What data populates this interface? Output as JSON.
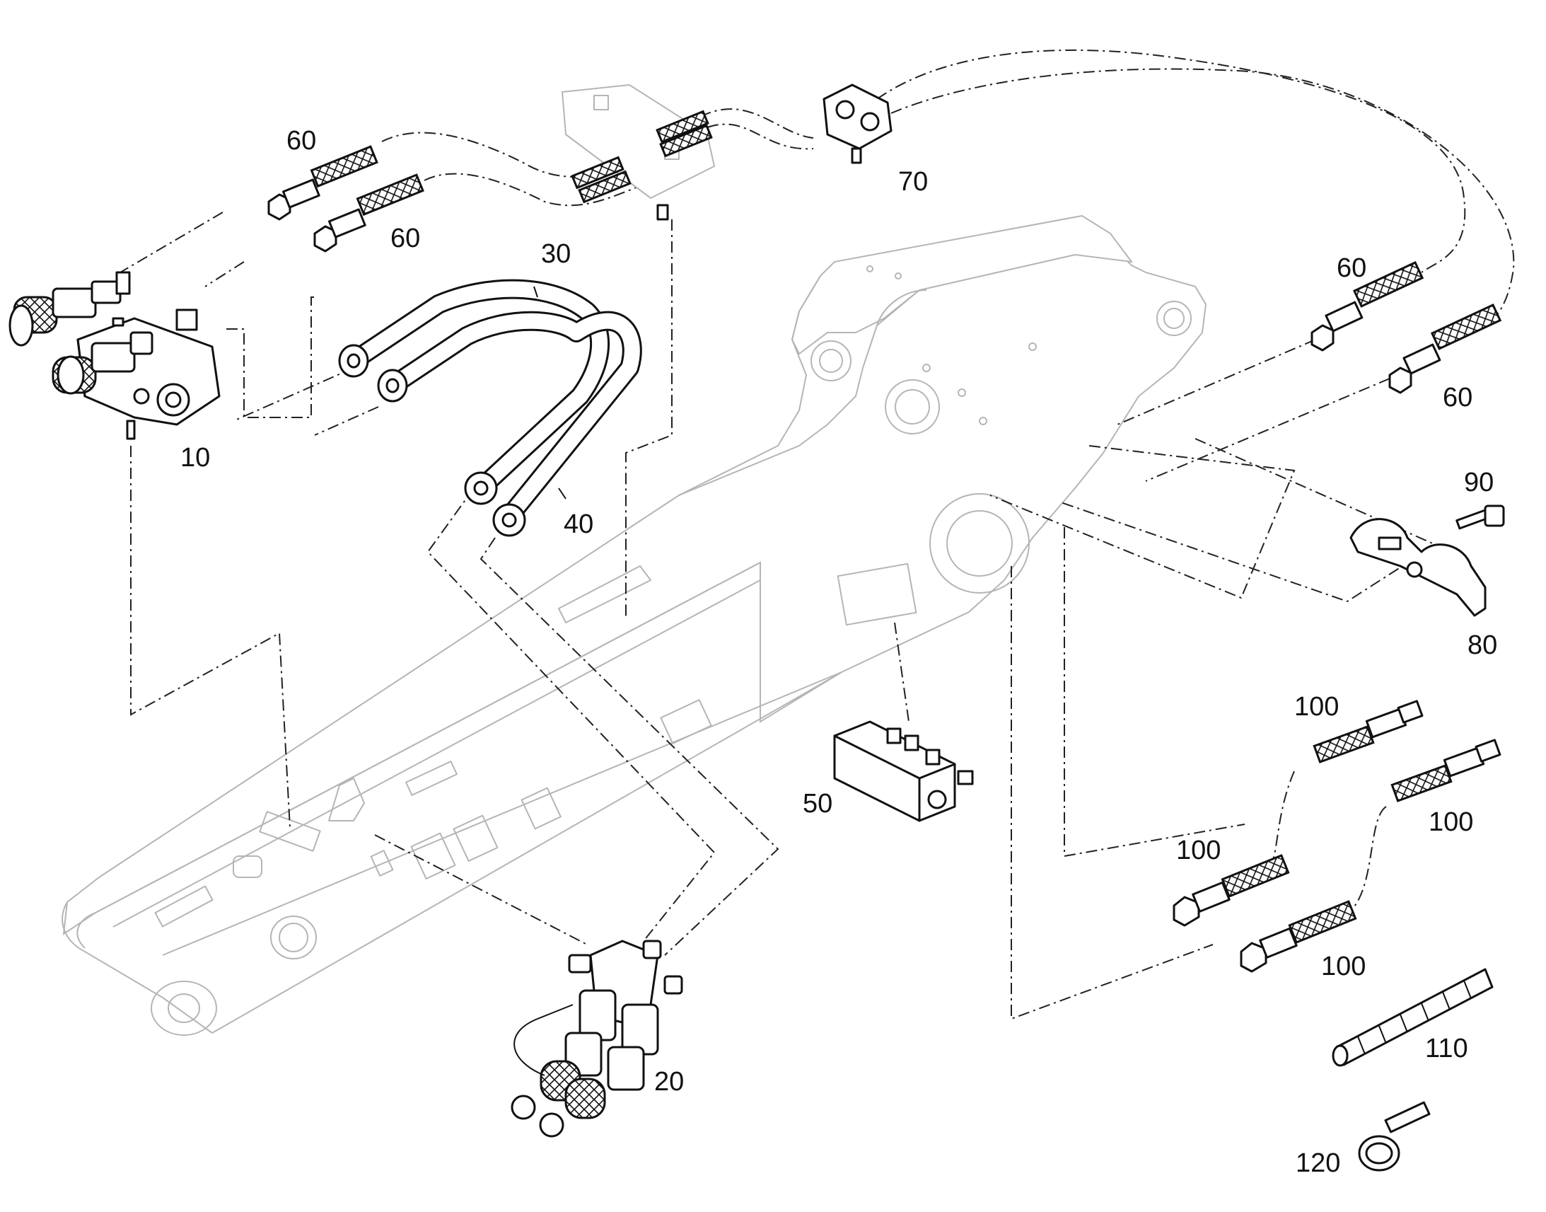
{
  "callouts": {
    "c10": "10",
    "c20": "20",
    "c30": "30",
    "c40": "40",
    "c50": "50",
    "c60a": "60",
    "c60b": "60",
    "c60c": "60",
    "c60d": "60",
    "c70": "70",
    "c80": "80",
    "c90": "90",
    "c100a": "100",
    "c100b": "100",
    "c100c": "100",
    "c100d": "100",
    "c110": "110",
    "c120": "120"
  },
  "colors": {
    "line": "#111111",
    "ghost": "#b5b5b5",
    "background": "#ffffff"
  }
}
